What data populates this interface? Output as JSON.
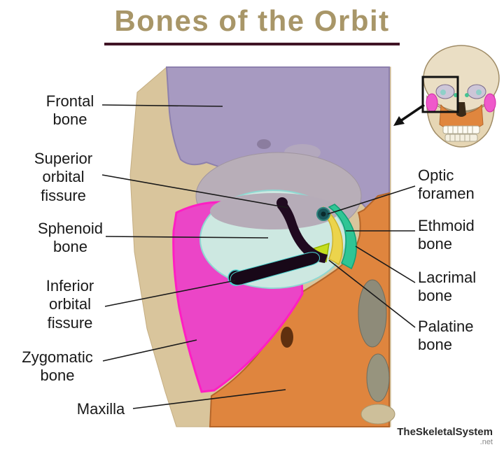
{
  "title": "Bones of the Orbit",
  "labels": {
    "frontal": "Frontal\nbone",
    "superior_fissure": "Superior\norbital\nfissure",
    "sphenoid": "Sphenoid\nbone",
    "inferior_fissure": "Inferior\norbital\nfissure",
    "zygomatic": "Zygomatic\nbone",
    "maxilla": "Maxilla",
    "optic_foramen": "Optic\nforamen",
    "ethmoid": "Ethmoid\nbone",
    "lacrimal": "Lacrimal\nbone",
    "palatine": "Palatine\nbone"
  },
  "watermark": {
    "main": "TheSkeletalSystem",
    "suffix": ".net"
  },
  "colors": {
    "title_text": "#a89668",
    "title_underline": "#401325",
    "frontal_bone": "#a79ac1",
    "sphenoid_bone": "#cde8e1",
    "zygomatic_bone": "#eb45c7",
    "maxilla": "#df853e",
    "ethmoid_bone": "#ecd44c",
    "lacrimal_bone": "#2fc595",
    "palatine_bone": "#c5de1e",
    "fissure_dark": "#200a20",
    "optic_foramen": "#19565a",
    "skull_background": "#d9c59c"
  }
}
